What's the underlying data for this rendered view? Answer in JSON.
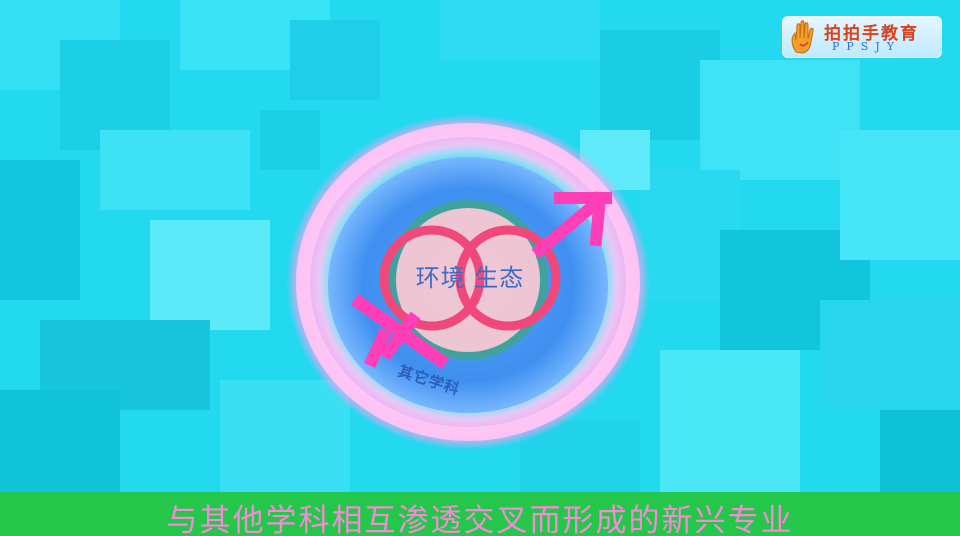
{
  "logo": {
    "title": "拍拍手教育",
    "subtitle": "PPSJY"
  },
  "diagram": {
    "center_label": "环境 生态",
    "ring_label": "其它学科",
    "colors": {
      "glow_ring": "#ff9ff2",
      "inner_disc": "#3f8ff0",
      "center_disc": "#f7c9d2",
      "symbol": "#ff3fb8",
      "text": "#3c6bc6"
    }
  },
  "subtitle": "与其他学科相互渗透交叉而形成的新兴专业"
}
